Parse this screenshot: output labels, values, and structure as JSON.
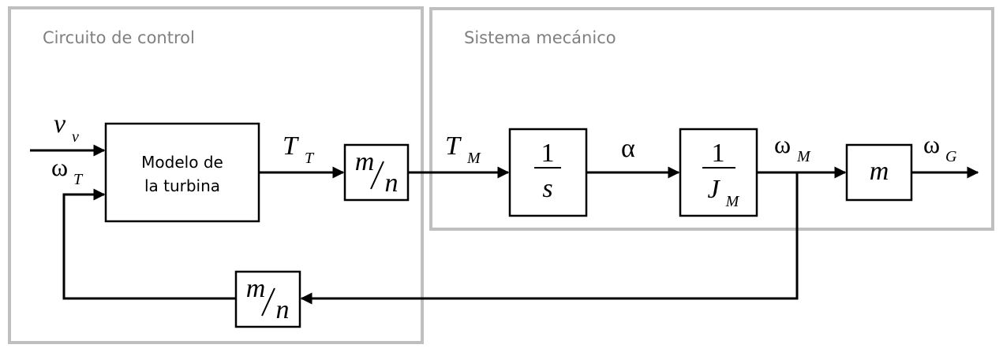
{
  "regions": {
    "control": {
      "label": "Circuito de control"
    },
    "mechanical": {
      "label": "Sistema mecánico"
    }
  },
  "blocks": {
    "turbine": {
      "line1": "Modelo de",
      "line2": "la turbina"
    },
    "gear_forward": {
      "numerator": "m",
      "denominator": "n"
    },
    "integrator": {
      "numerator": "1",
      "denominator": "s"
    },
    "inertia": {
      "numerator": "1",
      "denominator": "J",
      "denominator_sub": "M"
    },
    "gain_m": {
      "label": "m"
    },
    "gear_feedback": {
      "numerator": "m",
      "denominator": "n"
    }
  },
  "signals": {
    "v_v": {
      "main": "v",
      "sub": "v"
    },
    "omega_T": {
      "main": "ω",
      "sub": "T"
    },
    "T_T": {
      "main": "T",
      "sub": "T"
    },
    "T_M": {
      "main": "T",
      "sub": "M"
    },
    "alpha": {
      "main": "α"
    },
    "omega_M": {
      "main": "ω",
      "sub": "M"
    },
    "omega_G": {
      "main": "ω",
      "sub": "G"
    }
  },
  "colors": {
    "region_border": "#bfbfbf",
    "region_label": "#808080",
    "line": "#000000"
  }
}
